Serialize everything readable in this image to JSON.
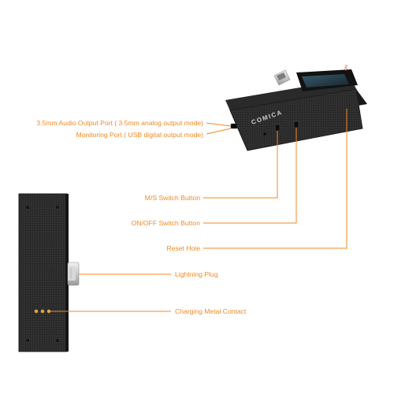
{
  "accent_color": "#f08a24",
  "device_brand": "COMICA",
  "labels": {
    "audio_output_port": "3.5mm Audio Output Port ( 3.5mm analog output mode)",
    "monitoring_port": "Monitoring Port ( USB digital output mode)",
    "ms_switch": "M/S Switch Button",
    "onoff_switch": "ON/OFF Switch Button",
    "reset_hole": "Reset Hole",
    "lightning_plug": "Lightning Plug",
    "charging_contact": "Charging Metal Contact"
  }
}
